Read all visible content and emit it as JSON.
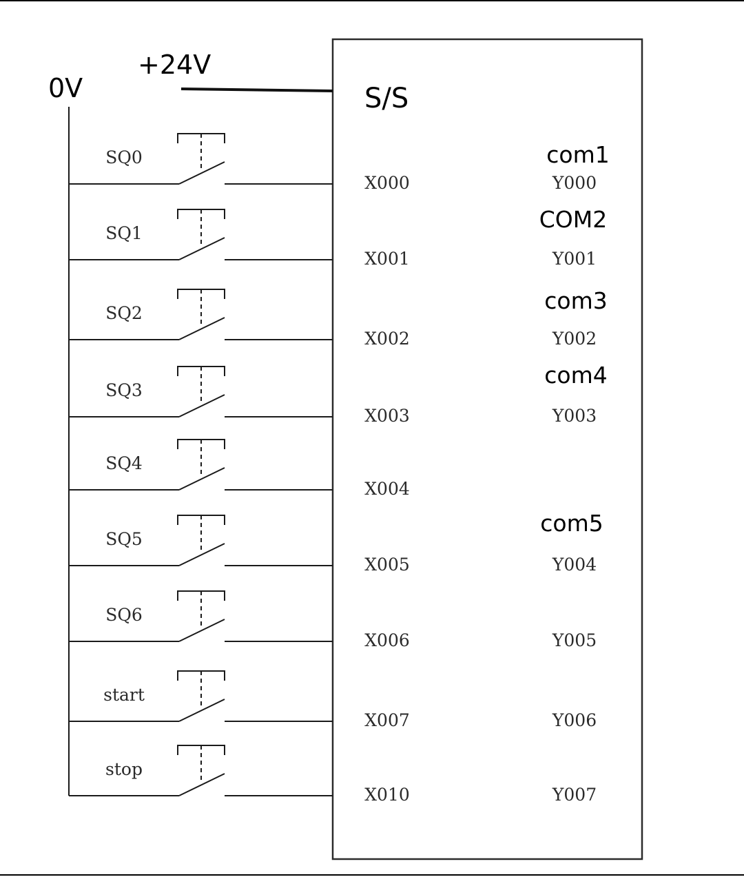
{
  "supply": {
    "zero_volt": "0V",
    "plus_24v": "+24V",
    "common_terminal": "S/S"
  },
  "inputs": [
    {
      "switch": "SQ0",
      "terminal": "X000"
    },
    {
      "switch": "SQ1",
      "terminal": "X001"
    },
    {
      "switch": "SQ2",
      "terminal": "X002"
    },
    {
      "switch": "SQ3",
      "terminal": "X003"
    },
    {
      "switch": "SQ4",
      "terminal": "X004"
    },
    {
      "switch": "SQ5",
      "terminal": "X005"
    },
    {
      "switch": "SQ6",
      "terminal": "X006"
    },
    {
      "switch": "start",
      "terminal": "X007"
    },
    {
      "switch": "stop",
      "terminal": "X010"
    }
  ],
  "outputs": {
    "commons": [
      "com1",
      "COM2",
      "com3",
      "com4",
      "com5"
    ],
    "terminals": [
      "Y000",
      "Y001",
      "Y002",
      "Y003",
      "Y004",
      "Y005",
      "Y006",
      "Y007"
    ]
  }
}
